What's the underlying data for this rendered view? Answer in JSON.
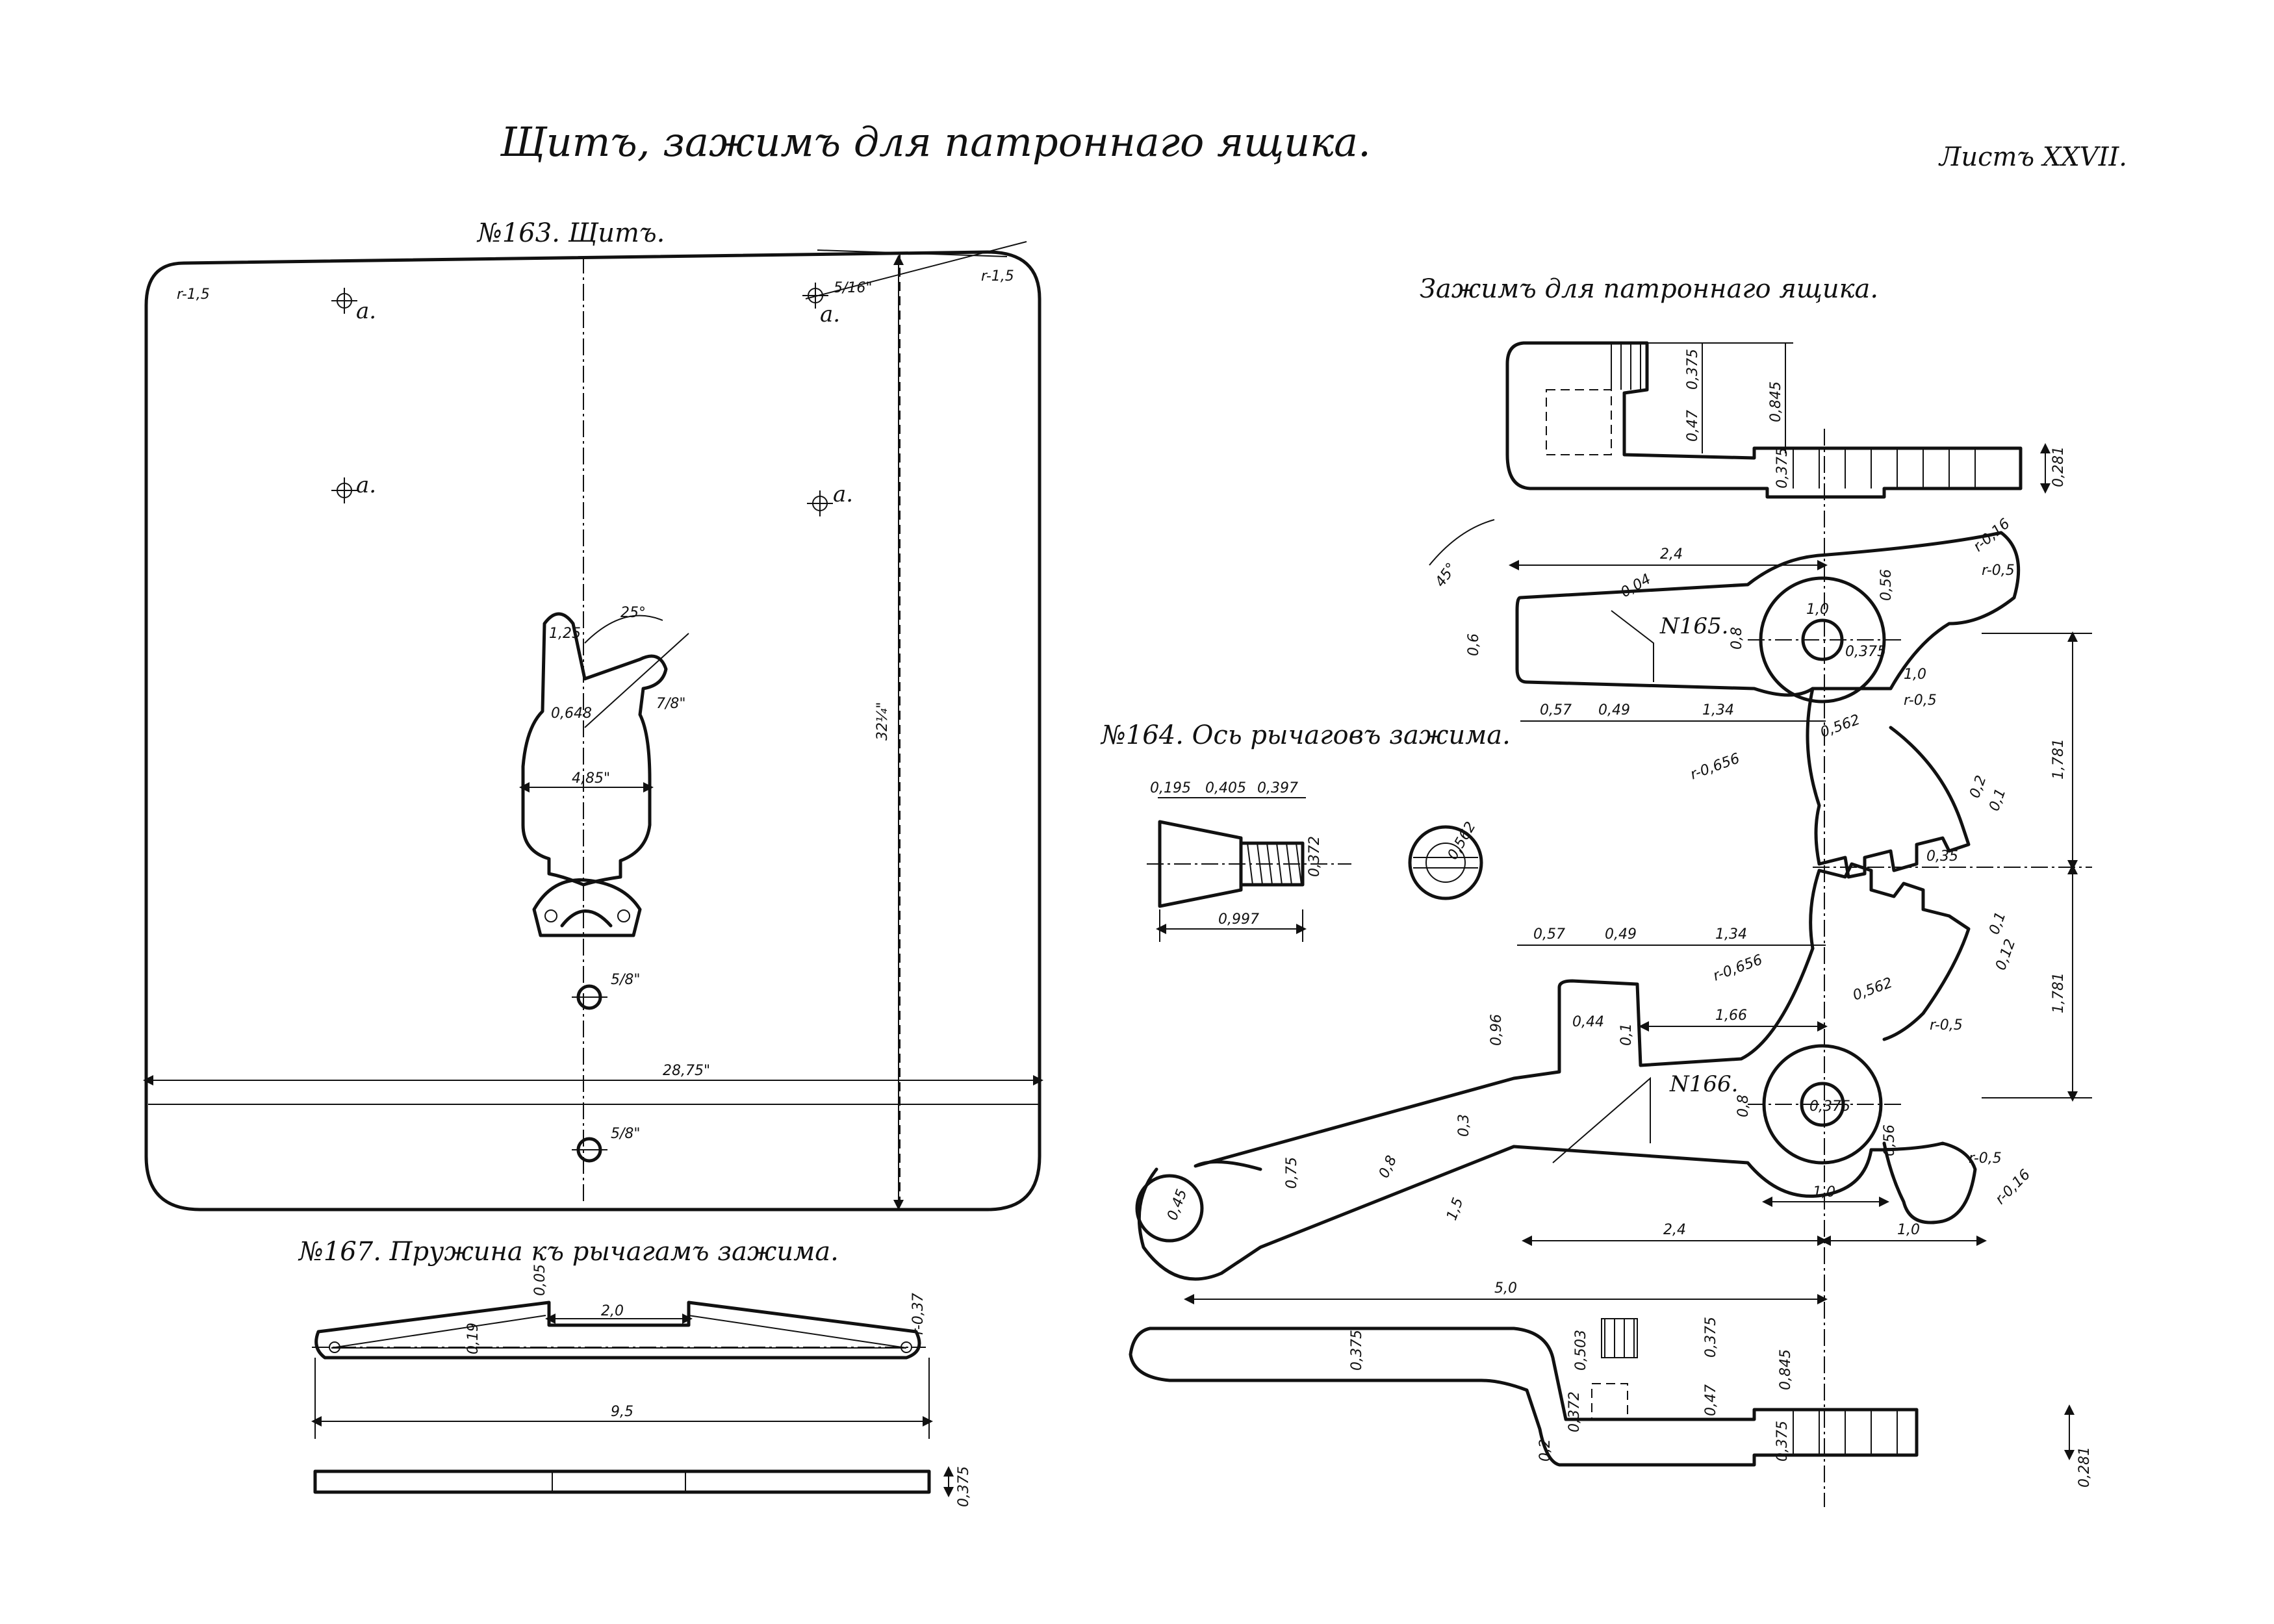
{
  "sheet": {
    "title": "Щитъ, зажимъ для патроннаго ящика.",
    "sheet_number": "Листъ XXVII."
  },
  "part163": {
    "caption": "№163. Щитъ.",
    "hole_mark": "a.",
    "corner_radius_left": "r-1,5",
    "corner_radius_right": "r-1,5",
    "hole_size_top_right": "5/16\"",
    "height_dim": "32¼\"",
    "width_dim": "28,75\"",
    "slot_width": "1,25",
    "slot_angle": "25°",
    "slot_radius": "0,648",
    "slot_end": "7/8\"",
    "body_width": "4,85\"",
    "hole_lower_1": "5/8\"",
    "hole_lower_2": "5/8\""
  },
  "part164": {
    "caption": "№164. Ось рычаговъ зажима.",
    "dims": [
      "0,195",
      "0,405",
      "0,397",
      "0,372",
      "0,997",
      "0,562"
    ]
  },
  "clamp": {
    "caption": "Зажимъ для патроннаго ящика.",
    "top_view_dims": [
      "0,375",
      "0,47",
      "0,845",
      "0,375",
      "0,281"
    ],
    "lever165": {
      "label": "N165.",
      "dims": [
        "45°",
        "2,4",
        "0,6",
        "0,04",
        "0,8",
        "1,0",
        "0,375",
        "0,56",
        "r-0,16",
        "r-0,5",
        "0,57",
        "0,49",
        "1,34",
        "r-0,656",
        "0,562",
        "1,0",
        "r-0,5"
      ]
    },
    "teeth_dims": [
      "0,2",
      "0,1",
      "0,35",
      "0,1",
      "0,12",
      "1,781",
      "1,781"
    ],
    "lever166": {
      "label": "N166.",
      "dims": [
        "0,57",
        "0,49",
        "1,34",
        "r-0,656",
        "0,562",
        "r-0,5",
        "1,66",
        "0,44",
        "0,96",
        "0,1",
        "0,8",
        "0,3",
        "0,75",
        "0,8",
        "1,5",
        "0,45",
        "0,375",
        "0,56",
        "r-0,5",
        "r-0,16",
        "1,0",
        "2,4",
        "1,0",
        "5,0"
      ]
    },
    "bottom_view_dims": [
      "0,375",
      "0,503",
      "0,375",
      "0,47",
      "0,845",
      "0,372",
      "0,2",
      "0,375",
      "0,281"
    ]
  },
  "part167": {
    "caption": "№167. Пружина къ рычагамъ зажима.",
    "dims": [
      "0,05",
      "0,19",
      "2,0",
      "r-0,37",
      "9,5",
      "0,375"
    ]
  }
}
